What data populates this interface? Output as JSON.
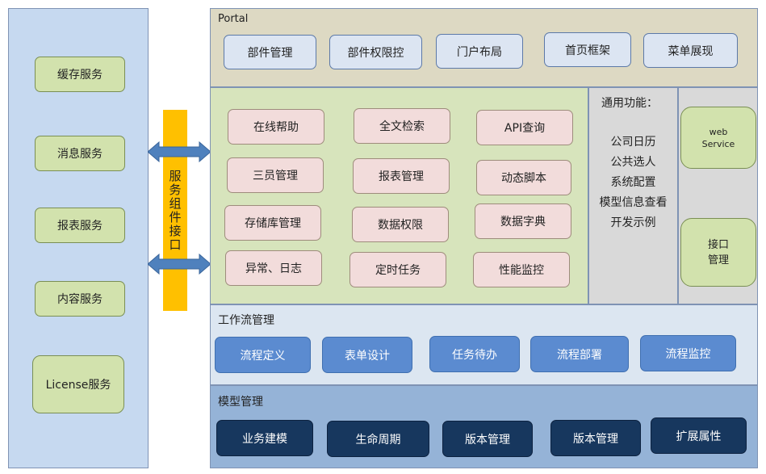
{
  "left_services": [
    "缓存服务",
    "消息服务",
    "报表服务",
    "内容服务",
    "License服务"
  ],
  "interface_bar": {
    "label": "服务组件接口"
  },
  "portal": {
    "title": "Portal",
    "items": [
      "部件管理",
      "部件权限控",
      "门户布局",
      "首页框架",
      "菜单展现"
    ]
  },
  "components": [
    "在线帮助",
    "全文检索",
    "API查询",
    "三员管理",
    "报表管理",
    "动态脚本",
    "存储库管理",
    "数据权限",
    "数据字典",
    "异常、日志",
    "定时任务",
    "性能监控"
  ],
  "common": {
    "title": "通用功能：",
    "items": [
      "公司日历",
      "公共选人",
      "系统配置",
      "模型信息查看",
      "开发示例"
    ]
  },
  "side": {
    "webservice": "web\nService",
    "interface_mgmt": "接口\n管理"
  },
  "workflow": {
    "title": "工作流管理",
    "items": [
      "流程定义",
      "表单设计",
      "任务待办",
      "流程部署",
      "流程监控"
    ]
  },
  "model": {
    "title": "模型管理",
    "items": [
      "业务建模",
      "生命周期",
      "版本管理",
      "版本管理",
      "扩展属性"
    ]
  },
  "colors": {
    "left_panel": "#c6d9f0",
    "portal_bg": "#ddd9c3",
    "components_bg": "#d7e4bc",
    "common_bg": "#d9d9d9",
    "workflow_bg": "#dce6f1",
    "model_bg": "#95b3d7",
    "interface_bar": "#ffc000",
    "arrow": "#4f81bd"
  }
}
